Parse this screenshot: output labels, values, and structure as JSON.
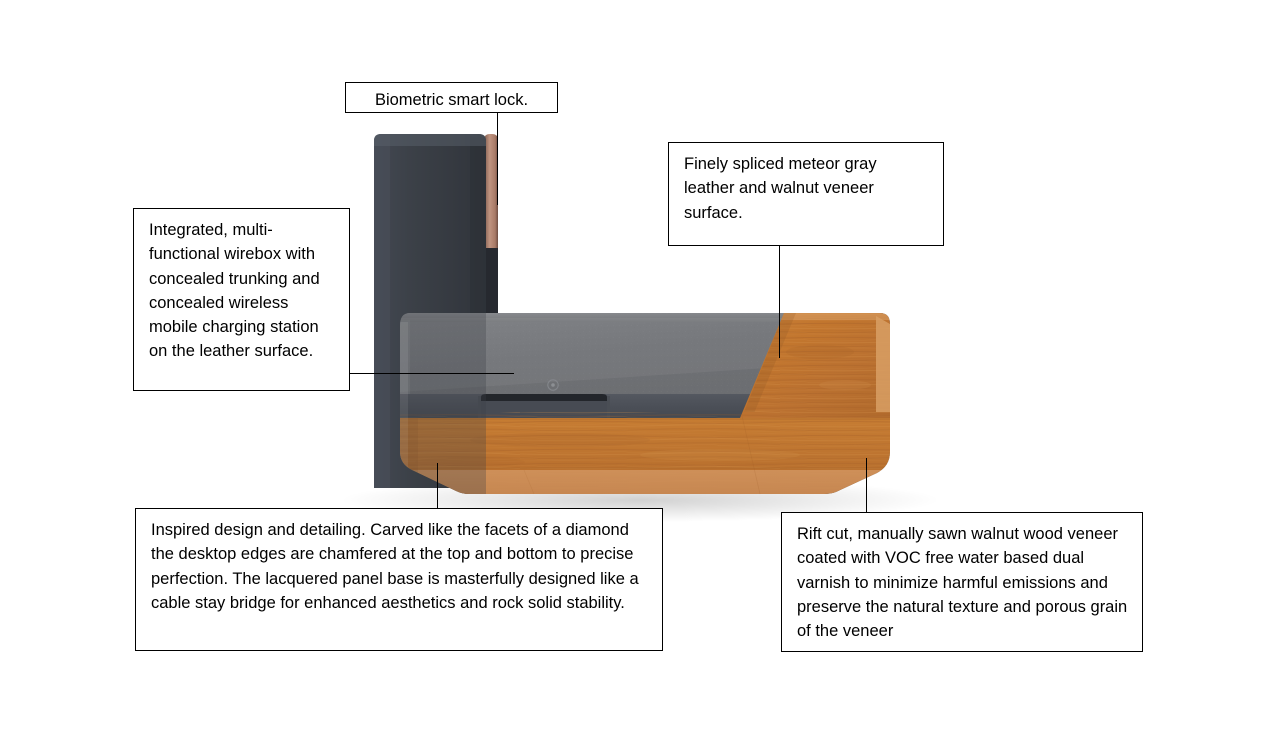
{
  "page": {
    "title": "Executive desk feature callouts",
    "background_color": "#ffffff"
  },
  "callouts": [
    {
      "id": "lock",
      "name": "biometric-smart-lock",
      "text": "Biometric smart lock.",
      "target": "top of dark lacquered panel edge"
    },
    {
      "id": "surface",
      "name": "leather-and-veneer-surface",
      "text": "Finely spliced meteor gray leather and walnut veneer surface.",
      "target": "diagonal junction of gray leather and walnut desktop"
    },
    {
      "id": "wirebox",
      "name": "integrated-wirebox",
      "text": "Integrated, multi-functional wirebox with concealed trunking and concealed wireless mobile charging station on the leather surface.",
      "target": "leather desktop surface"
    },
    {
      "id": "design",
      "name": "chamfered-edge-design",
      "text": "Inspired design and detailing. Carved like the facets of a diamond the desktop edges are chamfered at the top and bottom to precise perfection. The lacquered panel base is masterfully designed like a cable stay bridge for enhanced aesthetics and rock solid stability.",
      "target": "front-left chamfered walnut edge"
    },
    {
      "id": "veneer",
      "name": "walnut-veneer-finish",
      "text": "Rift cut, manually sawn walnut wood veneer coated with VOC free water based dual varnish to minimize harmful emissions and preserve the natural texture and porous grain of the veneer",
      "target": "front-right chamfered walnut edge"
    }
  ],
  "product": {
    "name": "executive-desk",
    "parts": [
      {
        "name": "lacquered-panel-leg",
        "color": "#3a3e45",
        "label": "Dark lacquered vertical panel base"
      },
      {
        "name": "panel-edge-strip",
        "color": "#b98a72",
        "label": "Wood tone panel edge strip"
      },
      {
        "name": "leather-desktop",
        "color": "#6b6d70",
        "label": "Meteor gray leather surface"
      },
      {
        "name": "walnut-desktop",
        "color": "#c2752f",
        "label": "Walnut wood veneer surface"
      },
      {
        "name": "wirebox-slot",
        "color": "#2a2d33",
        "label": "Concealed trunking slot"
      },
      {
        "name": "wireless-charging-marker",
        "color": "#7e8084",
        "label": "Wireless charging station marker"
      },
      {
        "name": "desktop-front-band",
        "color": "#4a4e56",
        "label": "Dark front apron band"
      }
    ]
  },
  "styles": {
    "callout_border": "#000000",
    "callout_background": "#ffffff",
    "leader_line": "#000000",
    "text_color": "#000000"
  }
}
